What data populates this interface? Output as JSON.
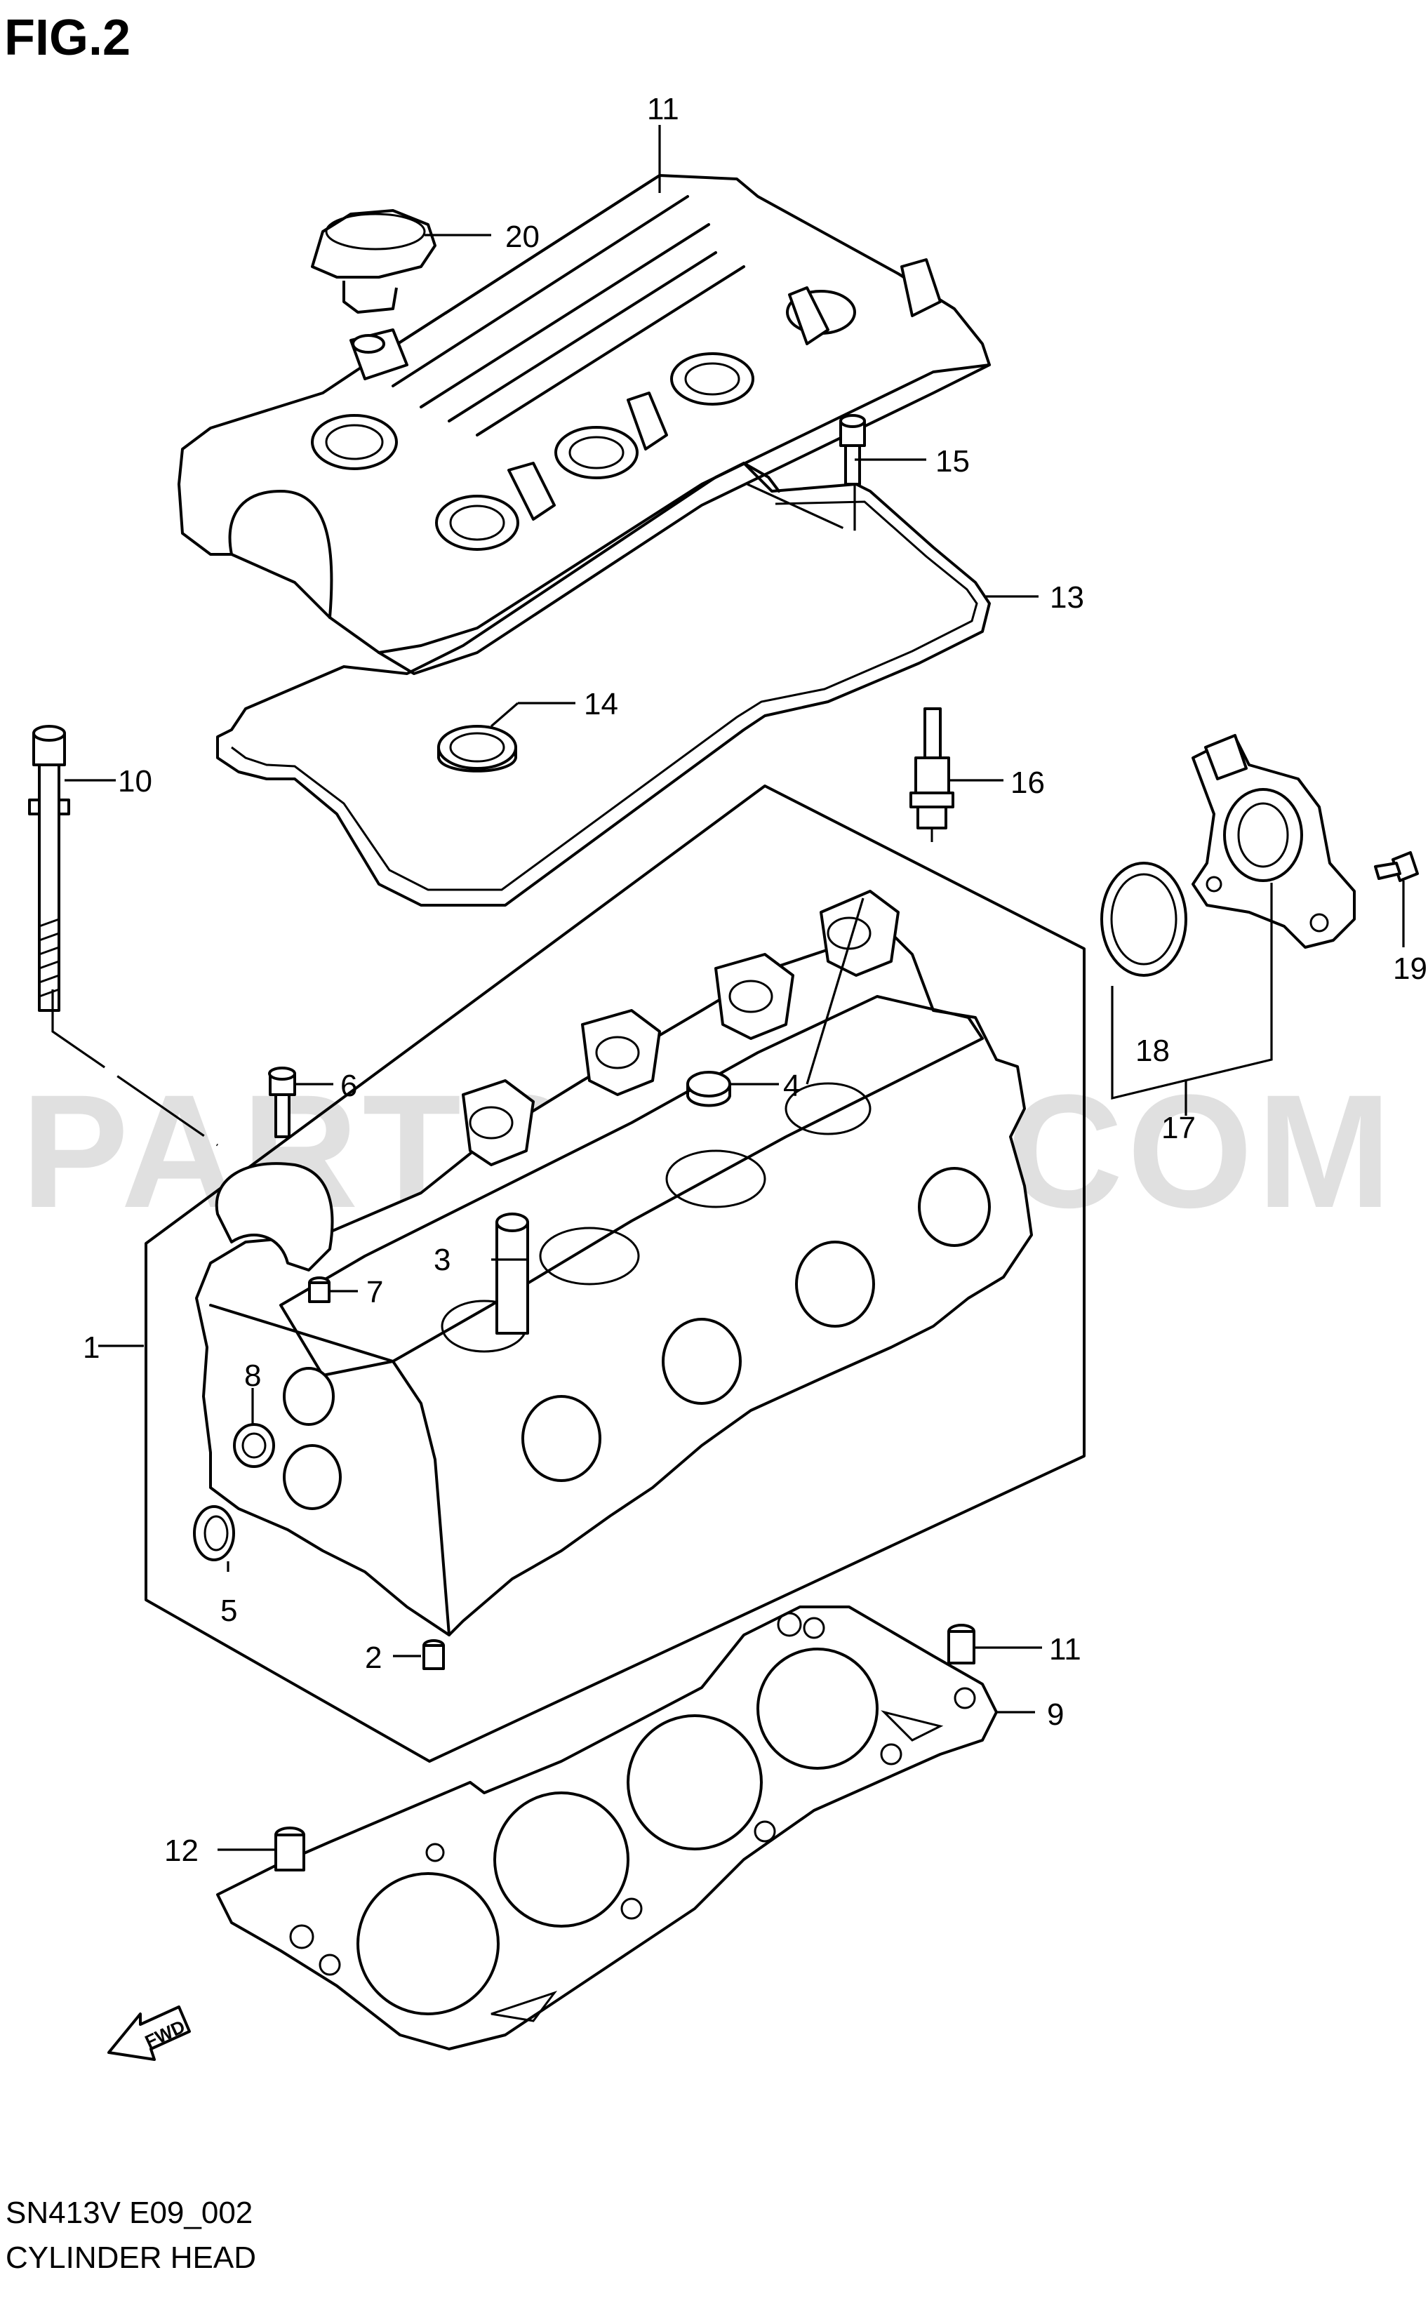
{
  "figure": {
    "title": "FIG.2",
    "code": "SN413V E09_002",
    "name": "CYLINDER HEAD",
    "watermark": "PARTSOUQ.COM",
    "fwd_label": "FWD"
  },
  "callouts": [
    {
      "id": "c1",
      "label": "1"
    },
    {
      "id": "c2",
      "label": "2"
    },
    {
      "id": "c3",
      "label": "3"
    },
    {
      "id": "c4",
      "label": "4"
    },
    {
      "id": "c5",
      "label": "5"
    },
    {
      "id": "c6",
      "label": "6"
    },
    {
      "id": "c7",
      "label": "7"
    },
    {
      "id": "c8",
      "label": "8"
    },
    {
      "id": "c9",
      "label": "9"
    },
    {
      "id": "c10",
      "label": "10"
    },
    {
      "id": "c11a",
      "label": "11"
    },
    {
      "id": "c11b",
      "label": "11"
    },
    {
      "id": "c12",
      "label": "12"
    },
    {
      "id": "c13",
      "label": "13"
    },
    {
      "id": "c14",
      "label": "14"
    },
    {
      "id": "c15",
      "label": "15"
    },
    {
      "id": "c16",
      "label": "16"
    },
    {
      "id": "c17",
      "label": "17"
    },
    {
      "id": "c18",
      "label": "18"
    },
    {
      "id": "c19",
      "label": "19"
    },
    {
      "id": "c20",
      "label": "20"
    }
  ]
}
